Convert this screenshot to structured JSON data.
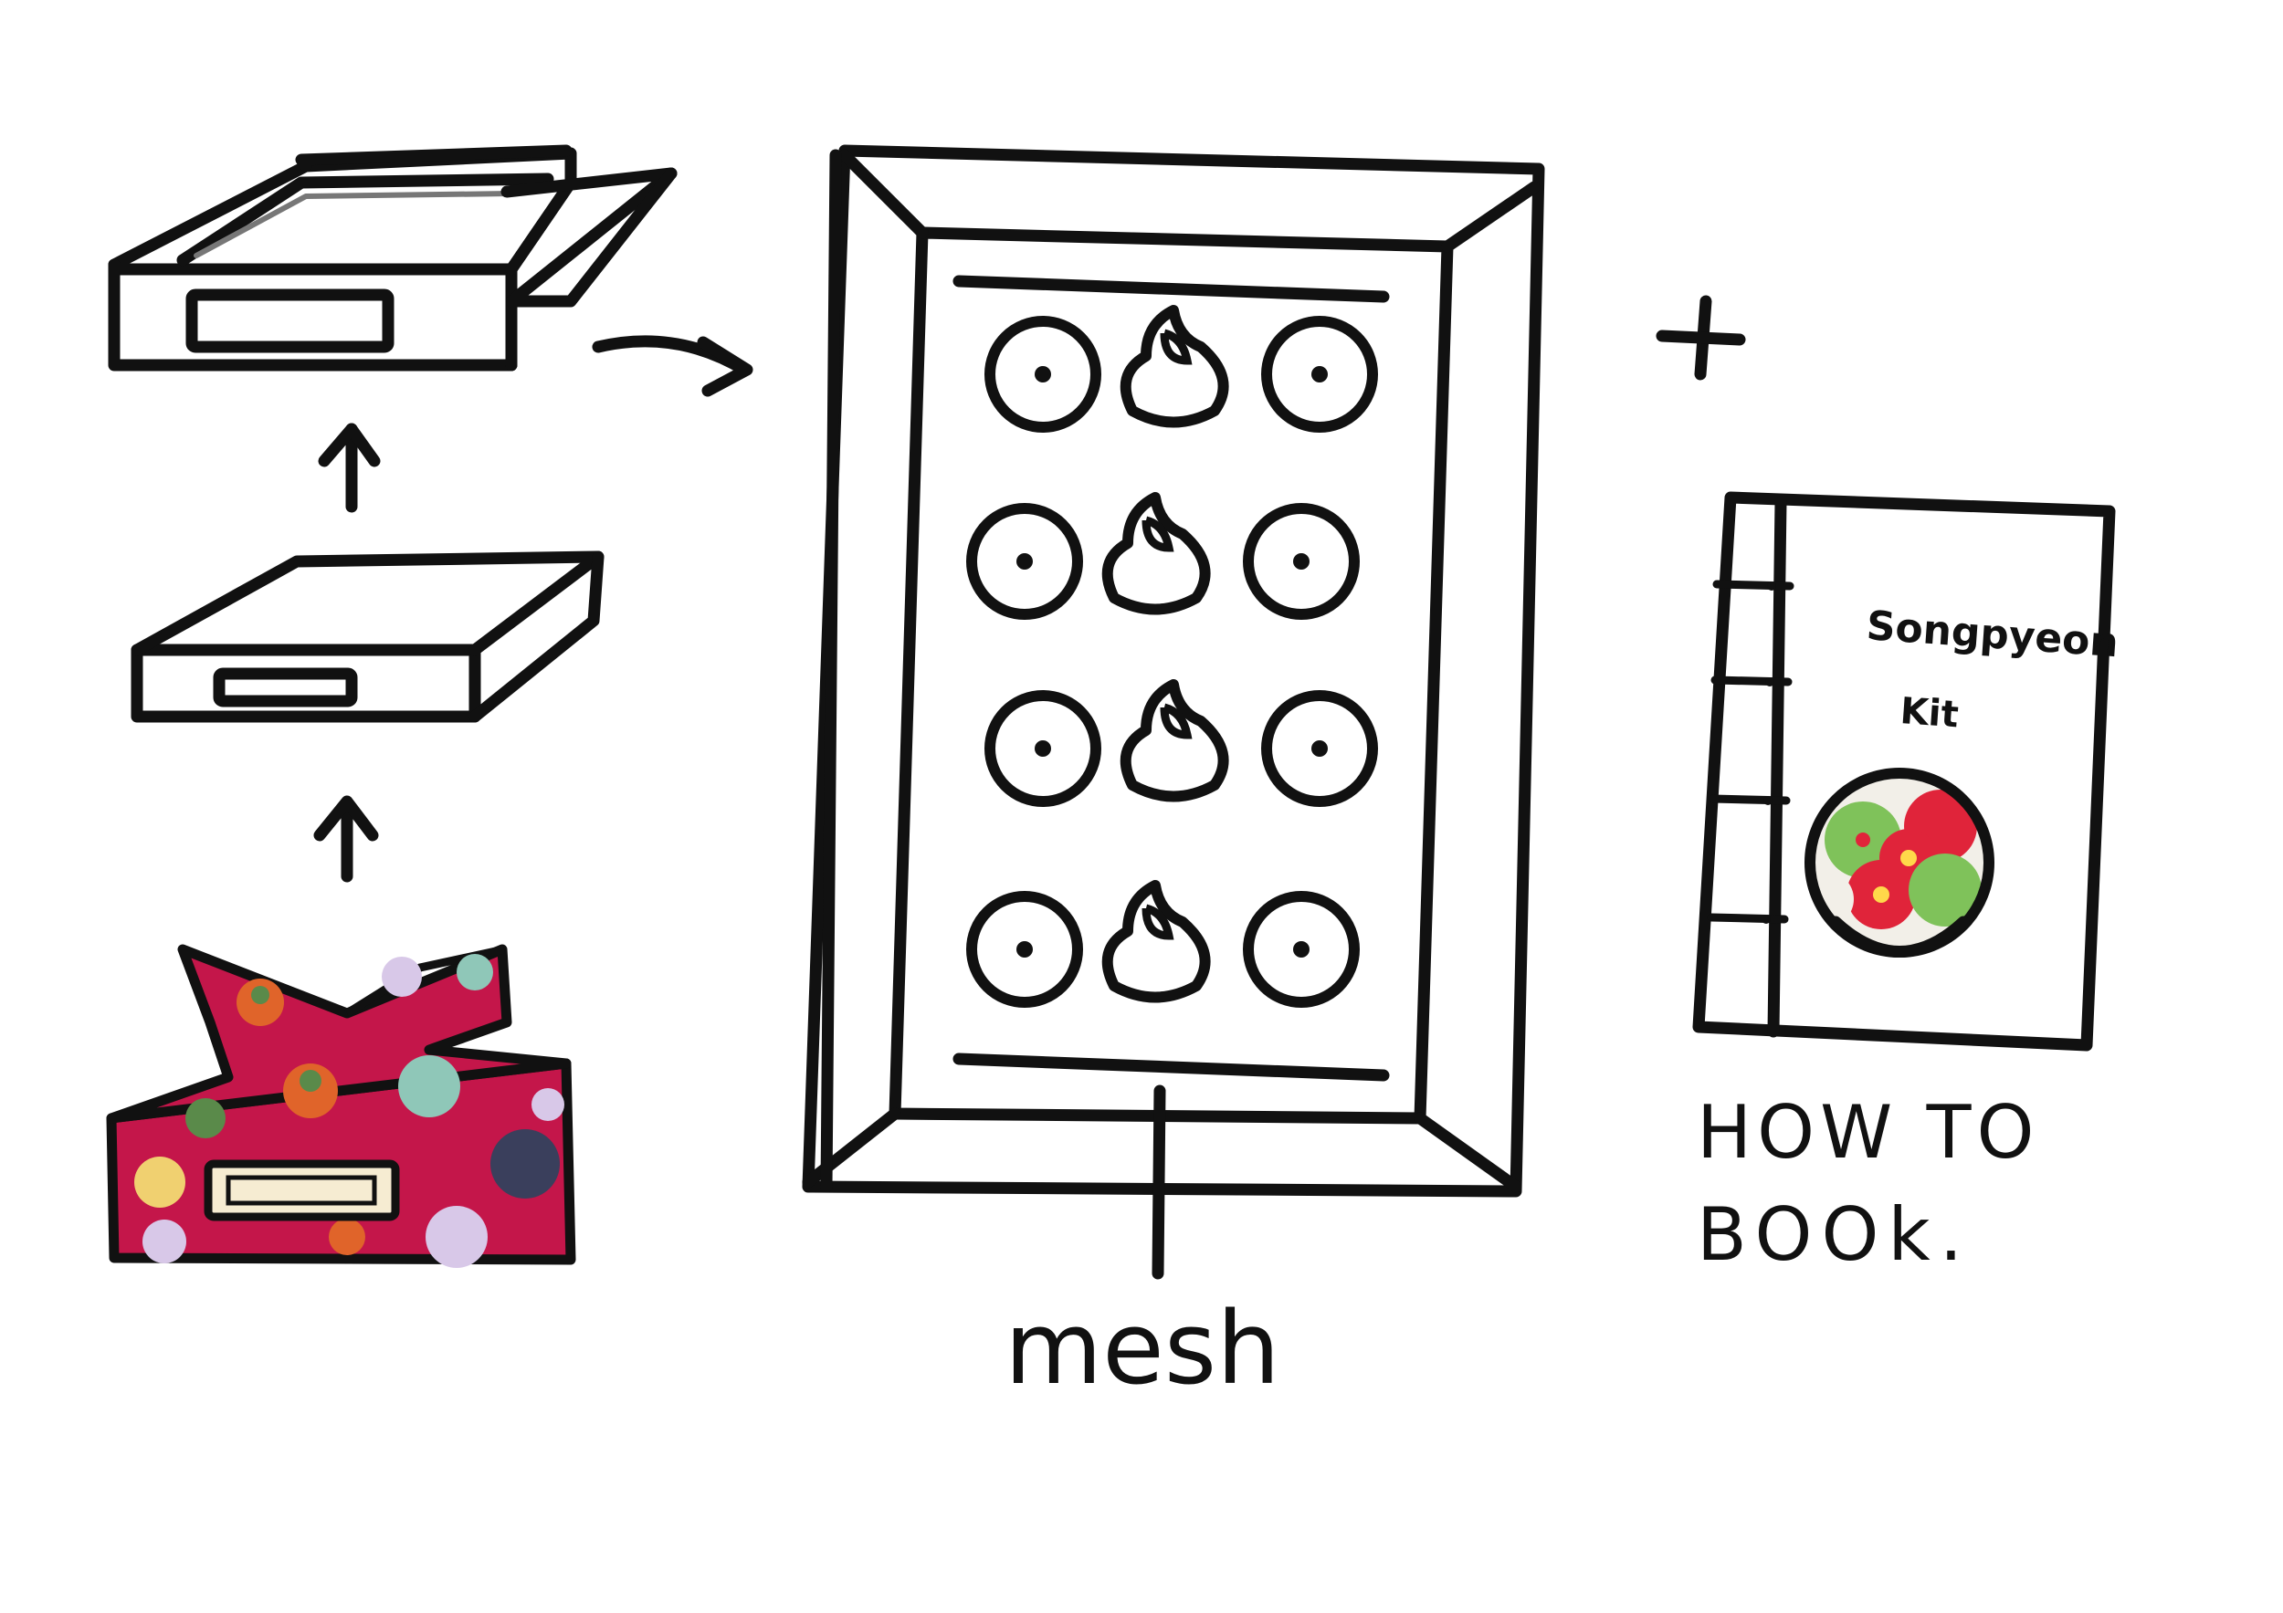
{
  "diagram": {
    "labels": {
      "mesh": "mesh",
      "book_line1": "HOW TO",
      "book_line2": "BOOk.",
      "book_title_1": "Songpyeon",
      "book_title_2": "Kit"
    },
    "plus_symbol": "+",
    "colors": {
      "ink": "#111111",
      "wrap_cloth": "#c4164a",
      "persimmon": "#e0642a",
      "leaf": "#5a8a4a",
      "polka_light": "#d8c8e8",
      "polka_teal": "#8fc7b8",
      "polka_navy": "#3a3f5c",
      "polka_yellow": "#f0d070",
      "food_green": "#7fc25a",
      "food_red": "#e0243a",
      "food_white": "#f2efe8"
    },
    "icons": [
      "wrapped-box-icon",
      "closed-box-icon",
      "open-box-icon",
      "arrow-up-icon",
      "arrow-right-icon",
      "tray-icon",
      "rice-cake-icon",
      "plus-icon",
      "book-icon",
      "food-bowl-icon"
    ]
  }
}
